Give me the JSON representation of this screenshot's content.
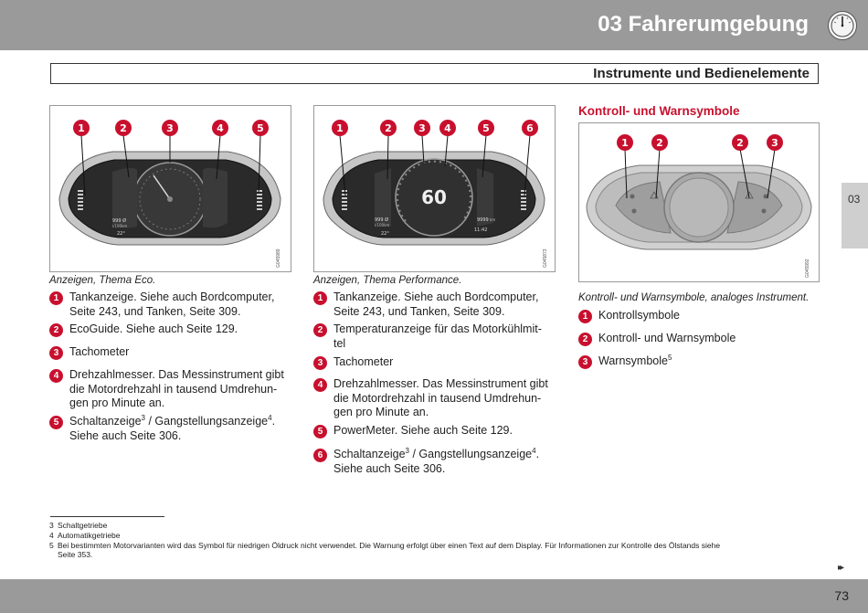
{
  "header": {
    "chapter_title": "03 Fahrerumgebung",
    "chapter_icon": "speedometer-icon",
    "section_title": "Instrumente und Bedienelemente",
    "band_color": "#9a9a9a"
  },
  "side_tab": {
    "label": "03"
  },
  "accent_color": "#c8102e",
  "marker_color": "#c8102e",
  "figures": [
    {
      "markers": [
        "1",
        "2",
        "3",
        "4",
        "5"
      ],
      "code": "G045989",
      "readouts": {
        "left_value": "999 Ø",
        "left_unit": "l/100km",
        "temp": "22°"
      }
    },
    {
      "markers": [
        "1",
        "2",
        "3",
        "4",
        "5",
        "6"
      ],
      "code": "G045873",
      "readouts": {
        "speed": "60",
        "left_value": "999 Ø",
        "left_unit": "l/100km",
        "temp": "22°",
        "right_value": "9999",
        "right_unit": "km",
        "time": "11:42"
      }
    },
    {
      "markers": [
        "1",
        "2",
        "2",
        "3"
      ],
      "code": "G045992"
    }
  ],
  "column1": {
    "caption": "Anzeigen, Thema Eco.",
    "items": [
      {
        "num": "1",
        "text": "Tankanzeige. Siehe auch Bordcomputer,\nSeite 243, und Tanken, Seite 309."
      },
      {
        "num": "2",
        "text": "EcoGuide. Siehe auch Seite 129."
      },
      {
        "num": "3",
        "text": "Tachometer"
      },
      {
        "num": "4",
        "text": "Drehzahlmesser. Das Messinstrument gibt\ndie Motordrehzahl in tausend Umdrehun-\ngen pro Minute an."
      },
      {
        "num": "5",
        "text_a": "Schaltanzeige",
        "sup_a": "3",
        "text_b": " / Gangstellungsanzeige",
        "sup_b": "4",
        "text_c": ".\nSiehe auch Seite 306."
      }
    ]
  },
  "column2": {
    "caption": "Anzeigen, Thema Performance.",
    "items": [
      {
        "num": "1",
        "text": "Tankanzeige. Siehe auch Bordcomputer,\nSeite 243, und Tanken, Seite 309."
      },
      {
        "num": "2",
        "text": "Temperaturanzeige für das Motorkühlmit-\ntel"
      },
      {
        "num": "3",
        "text": "Tachometer"
      },
      {
        "num": "4",
        "text": "Drehzahlmesser. Das Messinstrument gibt\ndie Motordrehzahl in tausend Umdrehun-\ngen pro Minute an."
      },
      {
        "num": "5",
        "text": "PowerMeter. Siehe auch Seite 129."
      },
      {
        "num": "6",
        "text_a": "Schaltanzeige",
        "sup_a": "3",
        "text_b": " / Gangstellungsanzeige",
        "sup_b": "4",
        "text_c": ".\nSiehe auch Seite 306."
      }
    ]
  },
  "column3": {
    "heading": "Kontroll- und Warnsymbole",
    "caption": "Kontroll- und Warnsymbole, analoges Instrument.",
    "items": [
      {
        "num": "1",
        "text": "Kontrollsymbole"
      },
      {
        "num": "2",
        "text": "Kontroll- und Warnsymbole"
      },
      {
        "num": "3",
        "text": "Warnsymbole",
        "sup": "5"
      }
    ]
  },
  "footnotes": [
    {
      "mark": "3",
      "text": "Schaltgetriebe"
    },
    {
      "mark": "4",
      "text": "Automatikgetriebe"
    },
    {
      "mark": "5",
      "text": "Bei bestimmten Motorvarianten wird das Symbol für niedrigen Öldruck nicht verwendet. Die Warnung erfolgt über einen Text auf dem Display. Für Informationen zur Kontrolle des Ölstands siehe\nSeite 353."
    }
  ],
  "continue_icon": "double-arrow-right-icon",
  "page_number": "73"
}
